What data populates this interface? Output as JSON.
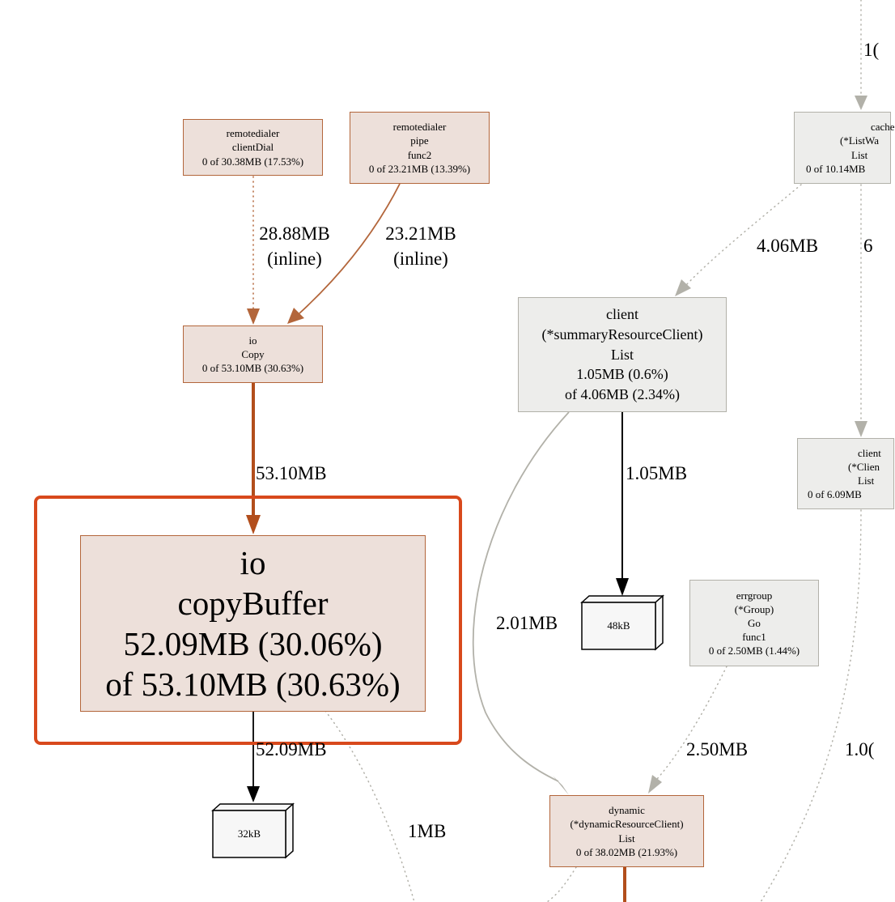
{
  "colors": {
    "hot_fill": "#ede0da",
    "hot_border": "#b3663b",
    "cool_fill": "#ededeb",
    "cool_border": "#b2b1a9",
    "hot_edge": "#b3663b",
    "heavy_edge": "#b24e1c",
    "cool_edge": "#b2b1a9",
    "black_edge": "#000000",
    "highlight": "#d8491c"
  },
  "nodes": {
    "remotedialer_clientdial": {
      "lines": [
        "remotedialer",
        "clientDial",
        "0 of 30.38MB (17.53%)"
      ]
    },
    "remotedialer_pipe_func2": {
      "lines": [
        "remotedialer",
        "pipe",
        "func2",
        "0 of 23.21MB (13.39%)"
      ]
    },
    "cache_listwatch_list": {
      "lines": [
        "cache",
        "(*ListWa",
        "List",
        "0 of 10.14MB"
      ]
    },
    "io_copy": {
      "lines": [
        "io",
        "Copy",
        "0 of 53.10MB (30.63%)"
      ]
    },
    "client_summary_list": {
      "lines": [
        "client",
        "(*summaryResourceClient)",
        "List",
        "1.05MB (0.6%)",
        "of 4.06MB (2.34%)"
      ]
    },
    "client_client_list": {
      "lines": [
        "client",
        "(*Clien",
        "List",
        "0 of 6.09MB"
      ]
    },
    "io_copybuffer": {
      "lines": [
        "io",
        "copyBuffer",
        "52.09MB (30.06%)",
        "of 53.10MB (30.63%)"
      ]
    },
    "errgroup_go_func1": {
      "lines": [
        "errgroup",
        "(*Group)",
        "Go",
        "func1",
        "0 of 2.50MB (1.44%)"
      ]
    },
    "dynamic_list": {
      "lines": [
        "dynamic",
        "(*dynamicResourceClient)",
        "List",
        "0 of 38.02MB (21.93%)"
      ]
    }
  },
  "alloc_boxes": {
    "box_48kb": "48kB",
    "box_32kb": "32kB"
  },
  "edge_labels": {
    "clientdial_to_copy": [
      "28.88MB",
      "(inline)"
    ],
    "pipe_to_copy": [
      "23.21MB",
      "(inline)"
    ],
    "copy_to_copybuffer": "53.10MB",
    "copybuffer_to_32kb": "52.09MB",
    "copybuffer_out": "1MB",
    "cache_to_summary": "4.06MB",
    "cache_to_client": "6",
    "top_into_cache": "1(",
    "summary_to_48kb": "1.05MB",
    "summary_to_dynamic": "2.01MB",
    "errgroup_to_dynamic": "2.50MB",
    "client_out": "1.0("
  }
}
